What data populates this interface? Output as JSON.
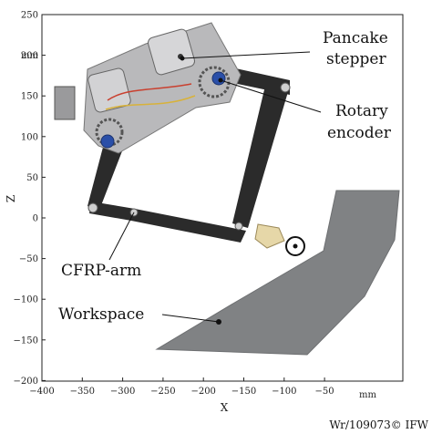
{
  "axes": {
    "xlabel": "X",
    "ylabel": "Z",
    "xunit": "mm",
    "yunit": "mm",
    "x_ticks": [
      "−400",
      "−350",
      "−300",
      "−250",
      "−200",
      "−150",
      "−100",
      "−50"
    ],
    "y_ticks": [
      "250",
      "200",
      "150",
      "100",
      "50",
      "0",
      "−50",
      "−100",
      "−150",
      "−200"
    ]
  },
  "labels": {
    "pancake_stepper_line1": "Pancake",
    "pancake_stepper_line2": "stepper",
    "rotary_encoder_line1": "Rotary",
    "rotary_encoder_line2": "encoder",
    "cfrp_arm": "CFRP-arm",
    "workspace": "Workspace"
  },
  "credit": "Wr/109073© IFW",
  "colors": {
    "arm": "#2b2b2b",
    "workspace": "#808284",
    "hardware": "#b9b9bb",
    "encoder": "#2a4fa8",
    "background": "#ffffff"
  }
}
